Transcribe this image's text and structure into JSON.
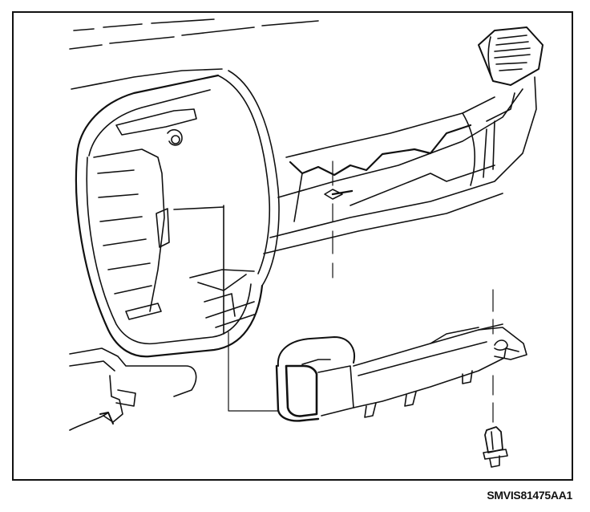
{
  "figure": {
    "caption": "SMVIS81475AA1",
    "ink_color": "#111111",
    "background_color": "#ffffff"
  },
  "parts": {
    "dashboard": "dashboard-panel",
    "vent": "air-vent",
    "cluster": "cluster-opening",
    "duct": "air-duct",
    "fastener": "push-pin-clip"
  }
}
